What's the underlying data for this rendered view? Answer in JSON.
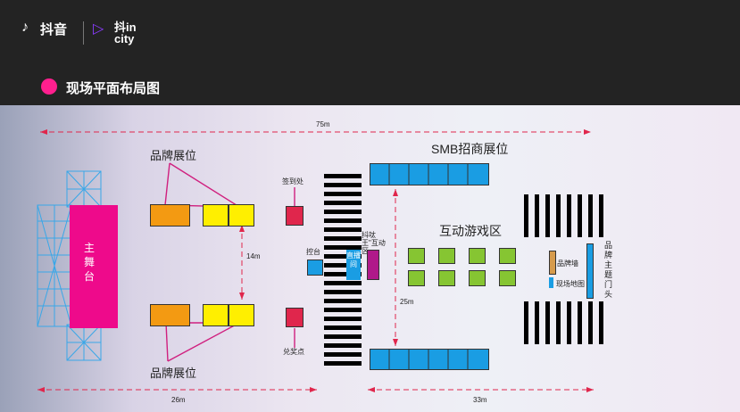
{
  "header": {
    "brand_name": "抖音",
    "partner_logo": "抖in city",
    "title": "现场平面布局图"
  },
  "map": {
    "total_width": "75m",
    "left_width": "26m",
    "right_width": "33m",
    "booth_gap": "14m",
    "depth": "25m",
    "main_stage": "主舞台",
    "brand_booth_top": "品牌展位",
    "brand_booth_bottom": "品牌展位",
    "signin": "签到处",
    "control": "控台",
    "redeem": "兑奖点",
    "smb_booths": "SMB招商展位",
    "game_area": "互动游戏区",
    "live_room": "直播间",
    "douyin_king": "抖呔王\"互动区",
    "brand_wall": "品牌墙",
    "site_map": "现场地图",
    "brand_gate": "品牌主题门头"
  },
  "colors": {
    "accent": "#ff1f8e",
    "stage": "#ee0a8b",
    "orange": "#f39a12",
    "yellow": "#ffef00",
    "red": "#e0264c",
    "blue": "#1a9de3",
    "green": "#86c532",
    "purple": "#b0198a",
    "tan": "#d69b4c"
  }
}
